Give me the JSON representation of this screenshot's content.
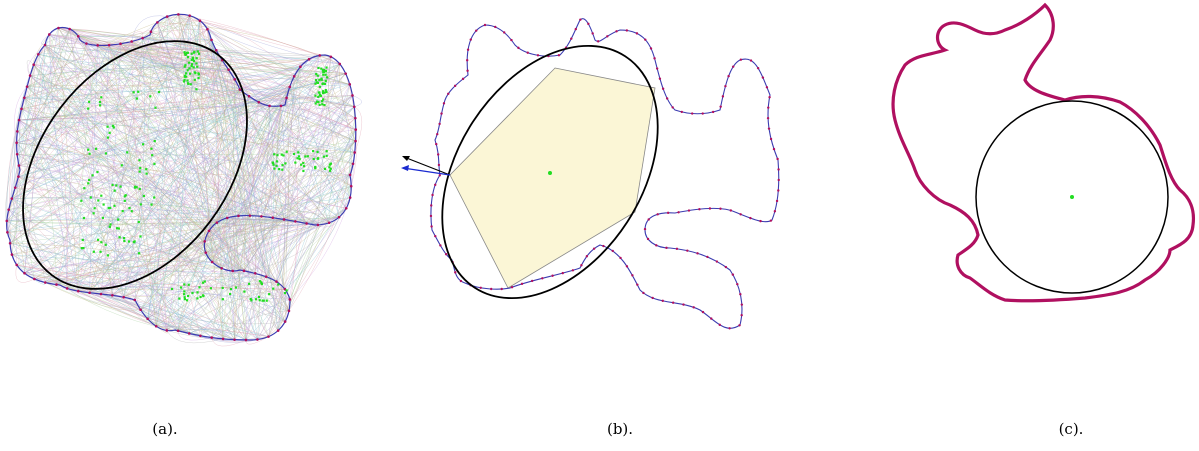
{
  "figure": {
    "panels": [
      {
        "id": "a",
        "caption": "(a)."
      },
      {
        "id": "b",
        "caption": "(b)."
      },
      {
        "id": "c",
        "caption": "(c)."
      }
    ]
  },
  "colors": {
    "outline": "#3b3bb0",
    "vertex": "#b01060",
    "ellipse": "#000000",
    "center": "#22dd22",
    "polygon_fill": "#fbf6d6",
    "polygon_stroke": "#888888",
    "arrow_black": "#000000",
    "arrow_blue": "#1a2ad0",
    "chords": [
      "#9aa0d8",
      "#e0a0b0",
      "#a8d0a0",
      "#c0b080",
      "#80c0d0",
      "#d0a0e0",
      "#b0b0b0"
    ]
  }
}
